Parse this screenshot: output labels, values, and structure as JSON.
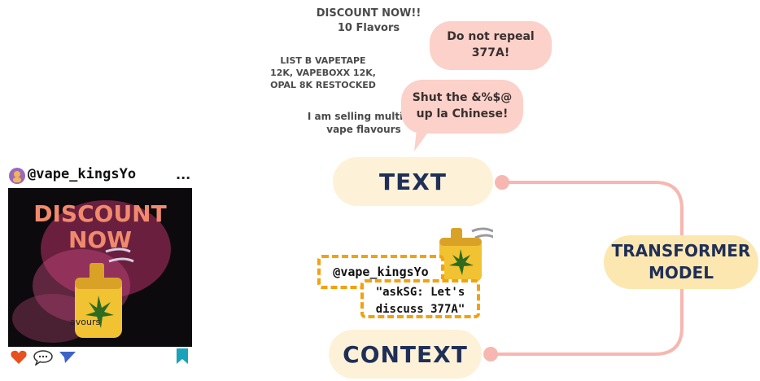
{
  "captions": {
    "discount_line1": "DISCOUNT NOW!!",
    "discount_line2": "10 Flavors",
    "list_line1": "LIST B VAPETAPE",
    "list_line2": "12K,  VAPEBOXX 12K,",
    "list_line3": "OPAL 8K RESTOCKED",
    "selling_line1": "I am selling multiple",
    "selling_line2": "vape flavours"
  },
  "bubbles": {
    "repeal_line1": "Do not repeal",
    "repeal_line2": "377A!",
    "shut_line1": "Shut the &%$@",
    "shut_line2": "up la Chinese!"
  },
  "post": {
    "username": "@vape_kingsYo",
    "more": "...",
    "image_text_line1": "DISCOUNT",
    "image_text_line2": "NOW",
    "image_caption": "avours"
  },
  "nodes": {
    "text": "TEXT",
    "context": "CONTEXT",
    "transformer_line1": "TRANSFORMER",
    "transformer_line2": "MODEL"
  },
  "context_post": {
    "username": "@vape_kingsYo",
    "quote_line1": "\"askSG: Let's",
    "quote_line2": "discuss 377A\""
  },
  "colors": {
    "connector": "#f7b7b0",
    "dashed_border": "#f2a20f",
    "node_fill": "#fdf1d8",
    "transformer_fill": "#fde7b0",
    "bubble_fill": "#fbd1c9",
    "heart": "#e8501e",
    "share": "#3d63c9",
    "bookmark": "#1aa3b8"
  },
  "icons": [
    "user-avatar-icon",
    "more-dots-icon",
    "heart-icon",
    "comment-icon",
    "share-icon",
    "bookmark-icon",
    "vape-device-icon",
    "leaf-icon"
  ]
}
